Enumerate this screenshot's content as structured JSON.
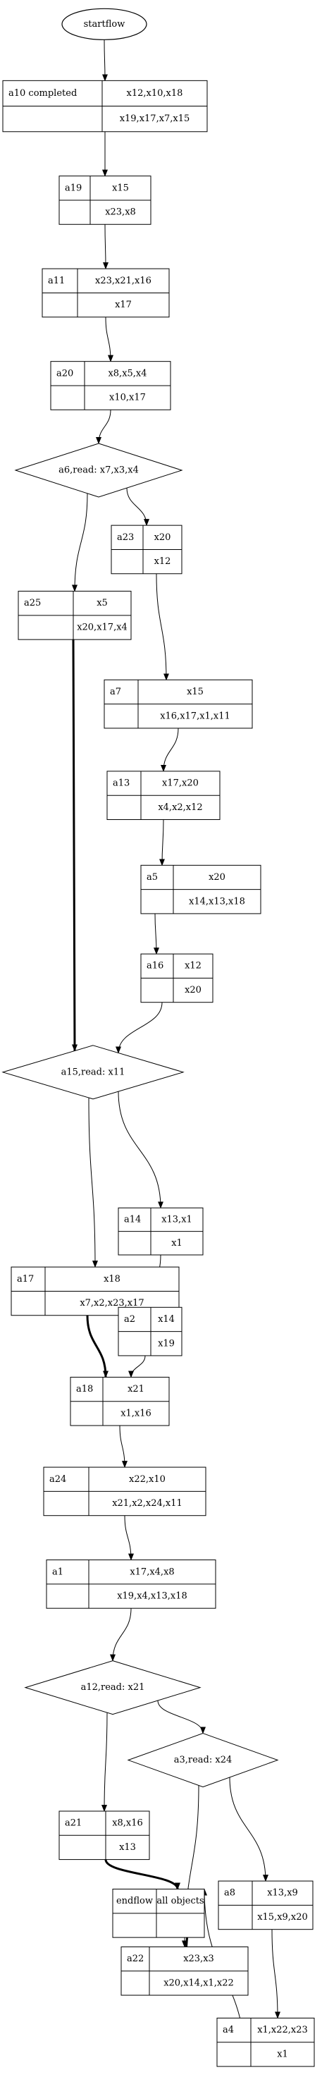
{
  "diagram": {
    "start": "startflow",
    "activities": [
      {
        "id": "a10",
        "name": "a10 completed",
        "top": "x12,x10,x18",
        "bottom": "x19,x17,x7,x15"
      },
      {
        "id": "a19",
        "name": "a19",
        "top": "x15",
        "bottom": "x23,x8"
      },
      {
        "id": "a11",
        "name": "a11",
        "top": "x23,x21,x16",
        "bottom": "x17"
      },
      {
        "id": "a20",
        "name": "a20",
        "top": "x8,x5,x4",
        "bottom": "x10,x17"
      },
      {
        "id": "a23",
        "name": "a23",
        "top": "x20",
        "bottom": "x12"
      },
      {
        "id": "a25",
        "name": "a25",
        "top": "x5",
        "bottom": "x20,x17,x4"
      },
      {
        "id": "a7",
        "name": "a7",
        "top": "x15",
        "bottom": "x16,x17,x1,x11"
      },
      {
        "id": "a13",
        "name": "a13",
        "top": "x17,x20",
        "bottom": "x4,x2,x12"
      },
      {
        "id": "a5",
        "name": "a5",
        "top": "x20",
        "bottom": "x14,x13,x18"
      },
      {
        "id": "a16",
        "name": "a16",
        "top": "x12",
        "bottom": "x20"
      },
      {
        "id": "a14",
        "name": "a14",
        "top": "x13,x1",
        "bottom": "x1"
      },
      {
        "id": "a17",
        "name": "a17",
        "top": "x18",
        "bottom": "x7,x2,x23,x17"
      },
      {
        "id": "a2",
        "name": "a2",
        "top": "x14",
        "bottom": "x19"
      },
      {
        "id": "a18",
        "name": "a18",
        "top": "x21",
        "bottom": "x1,x16"
      },
      {
        "id": "a24",
        "name": "a24",
        "top": "x22,x10",
        "bottom": "x21,x2,x24,x11"
      },
      {
        "id": "a1",
        "name": "a1",
        "top": "x17,x4,x8",
        "bottom": "x19,x4,x13,x18"
      },
      {
        "id": "a21",
        "name": "a21",
        "top": "x8,x16",
        "bottom": "x13"
      },
      {
        "id": "a8",
        "name": "a8",
        "top": "x13,x9",
        "bottom": "x15,x9,x20"
      },
      {
        "id": "a22",
        "name": "a22",
        "top": "x23,x3",
        "bottom": "x20,x14,x1,x22"
      },
      {
        "id": "a4",
        "name": "a4",
        "top": "x1,x22,x23",
        "bottom": "x1"
      }
    ],
    "decisions": [
      {
        "id": "d6",
        "label": "a6,read: x7,x3,x4"
      },
      {
        "id": "d15",
        "label": "a15,read: x11"
      },
      {
        "id": "d12",
        "label": "a12,read: x21"
      },
      {
        "id": "d3",
        "label": "a3,read: x24"
      }
    ],
    "end": {
      "name": "endflow",
      "objects": "all objects"
    },
    "edges": [
      {
        "from": "start",
        "to": "a10",
        "bold": false
      },
      {
        "from": "a10",
        "to": "a19",
        "bold": false
      },
      {
        "from": "a19",
        "to": "a11",
        "bold": false
      },
      {
        "from": "a11",
        "to": "a20",
        "bold": false
      },
      {
        "from": "a20",
        "to": "d6",
        "bold": false
      },
      {
        "from": "d6",
        "to": "a23",
        "bold": false
      },
      {
        "from": "d6",
        "to": "a25",
        "bold": false
      },
      {
        "from": "a23",
        "to": "a7",
        "bold": false
      },
      {
        "from": "a7",
        "to": "a13",
        "bold": false
      },
      {
        "from": "a13",
        "to": "a5",
        "bold": false
      },
      {
        "from": "a5",
        "to": "a16",
        "bold": false
      },
      {
        "from": "a16",
        "to": "d15",
        "bold": false
      },
      {
        "from": "a25",
        "to": "d15",
        "bold": true
      },
      {
        "from": "d15",
        "to": "a14",
        "bold": false
      },
      {
        "from": "d15",
        "to": "a17",
        "bold": false
      },
      {
        "from": "a14",
        "to": "a2",
        "bold": false
      },
      {
        "from": "a2",
        "to": "a18",
        "bold": false
      },
      {
        "from": "a17",
        "to": "a18",
        "bold": true
      },
      {
        "from": "a18",
        "to": "a24",
        "bold": false
      },
      {
        "from": "a24",
        "to": "a1",
        "bold": false
      },
      {
        "from": "a1",
        "to": "d12",
        "bold": false
      },
      {
        "from": "d12",
        "to": "a21",
        "bold": false
      },
      {
        "from": "d12",
        "to": "d3",
        "bold": false
      },
      {
        "from": "d3",
        "to": "a8",
        "bold": false
      },
      {
        "from": "d3",
        "to": "a22",
        "bold": false
      },
      {
        "from": "a8",
        "to": "a4",
        "bold": false
      },
      {
        "from": "a4",
        "to": "end",
        "bold": false
      },
      {
        "from": "a22",
        "to": "end",
        "bold": true
      },
      {
        "from": "a21",
        "to": "end",
        "bold": true
      }
    ]
  }
}
